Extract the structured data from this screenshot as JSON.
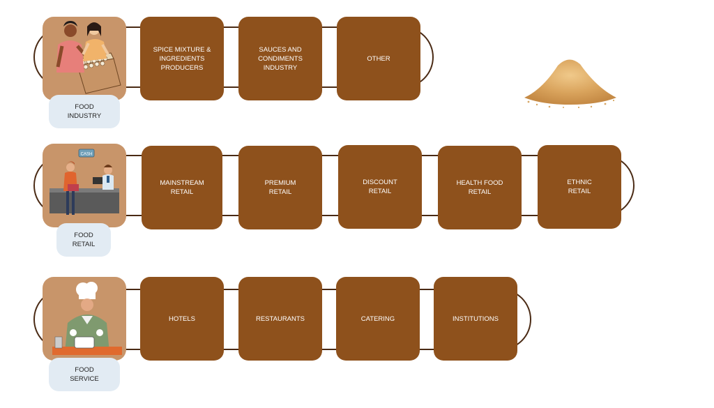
{
  "rows": [
    {
      "label": "FOOD\nINDUSTRY",
      "illustration": "two-women-handling-spice-box-icon",
      "items": [
        "SPICE MIXTURE &\nINGREDIENTS\nPRODUCERS",
        "SAUCES AND\nCONDIMENTS INDUSTRY",
        "OTHER"
      ]
    },
    {
      "label": "FOOD\nRETAIL",
      "illustration": "cashier-checkout-icon",
      "sign": "CASH",
      "items": [
        "MAINSTREAM\nRETAIL",
        "PREMIUM\nRETAIL",
        "DISCOUNT\nRETAIL",
        "HEALTH FOOD\nRETAIL",
        "ETHNIC\nRETAIL"
      ]
    },
    {
      "label": "FOOD\nSERVICE",
      "illustration": "chef-cooking-icon",
      "items": [
        "HOTELS",
        "RESTAURANTS",
        "CATERING",
        "INSTITUTIONS"
      ]
    }
  ],
  "decoration": {
    "image": "grain-pile-image"
  },
  "colors": {
    "box": "#8e511c",
    "tile": "#c8956a",
    "pill": "#e2ebf3",
    "rail": "#4a2a14"
  }
}
